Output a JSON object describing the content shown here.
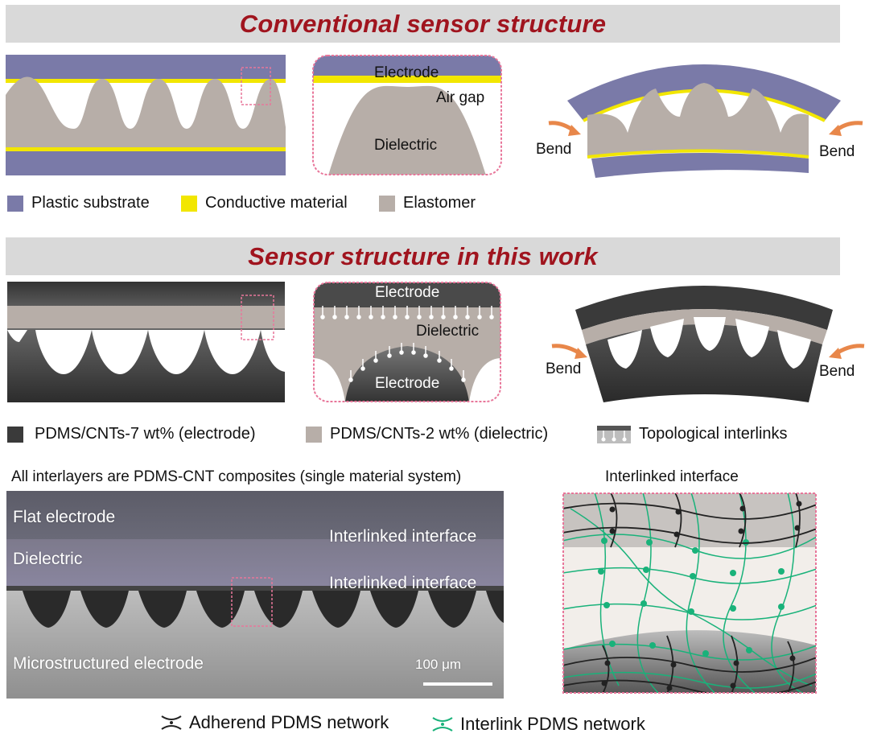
{
  "section1": {
    "title": "Conventional sensor structure",
    "inset_labels": {
      "electrode": "Electrode",
      "air_gap": "Air gap",
      "dielectric": "Dielectric"
    },
    "bend_left": "Bend",
    "bend_right": "Bend",
    "legend": [
      {
        "label": "Plastic substrate",
        "color": "#7a7aa8"
      },
      {
        "label": "Conductive material",
        "color": "#f2e600"
      },
      {
        "label": "Elastomer",
        "color": "#b7aea8"
      }
    ]
  },
  "section2": {
    "title": "Sensor structure in this work",
    "inset_labels": {
      "electrode_top": "Electrode",
      "dielectric": "Dielectric",
      "electrode_bottom": "Electrode"
    },
    "bend_left": "Bend",
    "bend_right": "Bend",
    "legend": [
      {
        "label": "PDMS/CNTs-7 wt% (electrode)",
        "color": "#3a3a3a"
      },
      {
        "label": "PDMS/CNTs-2 wt% (dielectric)",
        "color": "#b7aea8"
      },
      {
        "label": "Topological interlinks",
        "icon": "interlink-icon"
      }
    ]
  },
  "section3": {
    "caption": "All interlayers are PDMS-CNT composites (single material system)",
    "sem_labels": {
      "flat_electrode": "Flat electrode",
      "interlinked_1": "Interlinked interface",
      "dielectric": "Dielectric",
      "interlinked_2": "Interlinked interface",
      "micro_electrode": "Microstructured electrode",
      "scale_bar": "100 μm"
    },
    "network_title": "Interlinked interface",
    "legend": [
      {
        "label": "Adherend PDMS network",
        "icon": "adherend-network-icon",
        "color": "#222222"
      },
      {
        "label": "Interlink PDMS network",
        "icon": "interlink-network-icon",
        "color": "#19b27a"
      }
    ]
  }
}
